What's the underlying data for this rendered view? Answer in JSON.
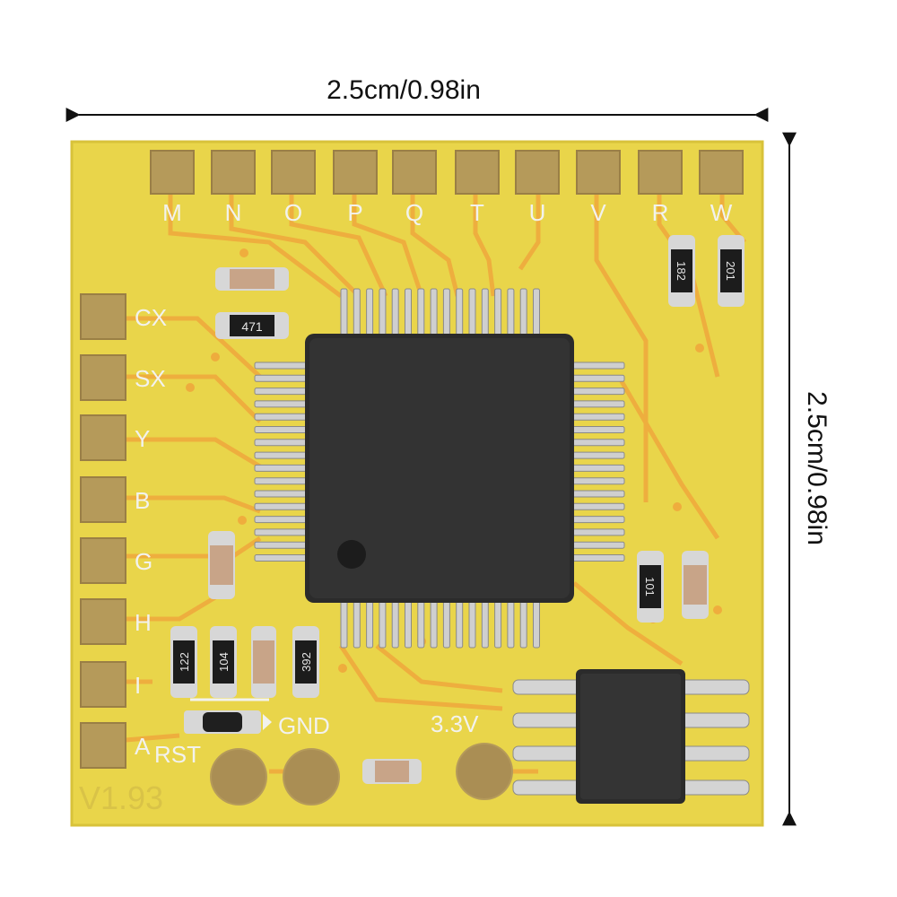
{
  "dimensions": {
    "width_label": "2.5cm/0.98in",
    "height_label": "2.5cm/0.98in"
  },
  "board": {
    "color": "#e9d54a",
    "trace_color": "#f0a23a",
    "version": "V1.93",
    "top_pads": [
      "M",
      "N",
      "O",
      "P",
      "Q",
      "T",
      "U",
      "V",
      "R",
      "W"
    ],
    "left_pads": [
      "CX",
      "SX",
      "Y",
      "B",
      "G",
      "H",
      "I",
      "A"
    ],
    "power_labels": {
      "rst": "RST",
      "gnd": "GND",
      "v33": "3.3V"
    },
    "resistor_codes": [
      "471",
      "182",
      "201",
      "122",
      "104",
      "392",
      "101"
    ]
  }
}
